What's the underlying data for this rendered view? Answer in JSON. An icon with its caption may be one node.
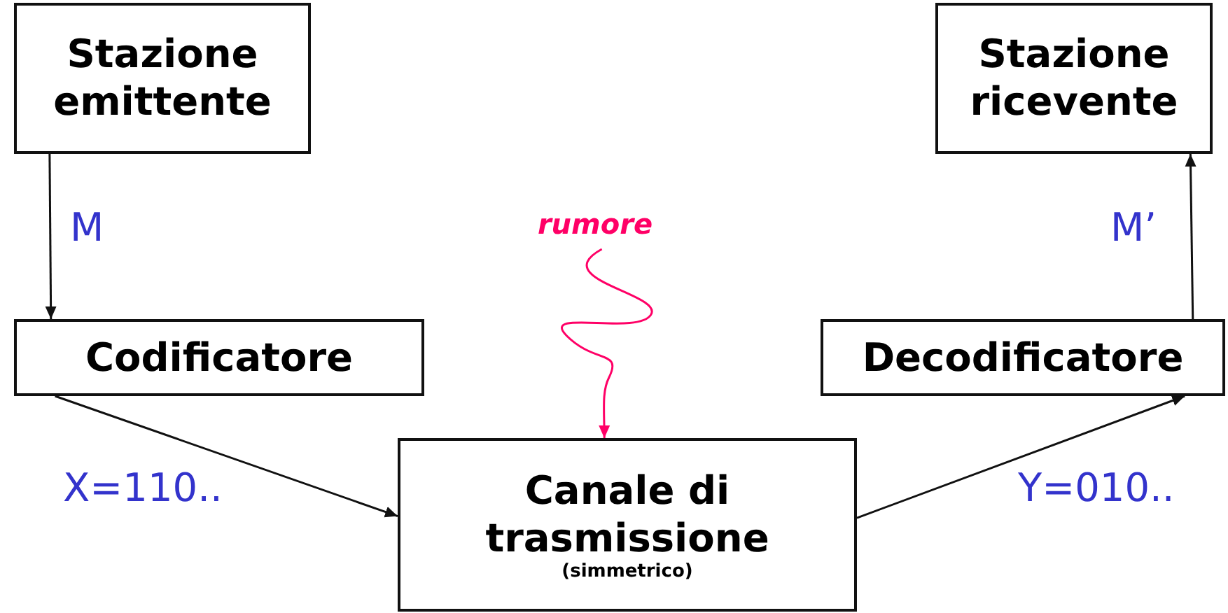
{
  "diagram": {
    "nodes": [
      {
        "text": [
          "Stazione emittente"
        ]
      },
      {
        "text": [
          "Codificatore"
        ]
      },
      {
        "text": [
          "Canale di trasmissione",
          "(simmetrico)"
        ]
      },
      {
        "text": [
          "Decodificatore"
        ]
      },
      {
        "text": [
          "Stazione ricevente"
        ]
      },
      {
        "text": [
          "rumore"
        ]
      }
    ],
    "edges": [
      {
        "from": 0,
        "to": 1,
        "arrow": "to",
        "label": "M"
      },
      {
        "from": 1,
        "to": 2,
        "arrow": "to",
        "label": "X=110.."
      },
      {
        "from": 2,
        "to": 3,
        "arrow": "to",
        "label": "Y=010.."
      },
      {
        "from": 3,
        "to": 4,
        "arrow": "to",
        "label": "M’"
      },
      {
        "from": 5,
        "to": 2,
        "arrow": "to",
        "color": "#ff0066"
      }
    ]
  }
}
